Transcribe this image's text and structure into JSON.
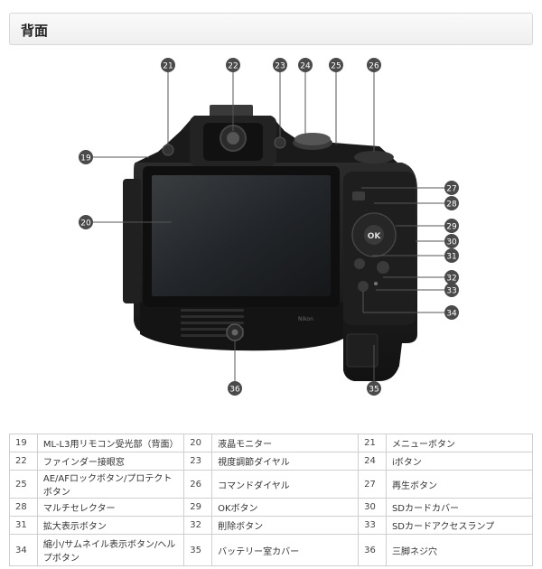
{
  "section": {
    "title": "背面"
  },
  "callouts": [
    "19",
    "20",
    "21",
    "22",
    "23",
    "24",
    "25",
    "26",
    "27",
    "28",
    "29",
    "30",
    "31",
    "32",
    "33",
    "34",
    "35",
    "36"
  ],
  "camera": {
    "logo": "Nikon",
    "ok_label": "OK"
  },
  "legend": {
    "rows": [
      [
        {
          "num": "19",
          "label": "ML-L3用リモコン受光部（背面）"
        },
        {
          "num": "20",
          "label": "液晶モニター"
        },
        {
          "num": "21",
          "label": "メニューボタン"
        }
      ],
      [
        {
          "num": "22",
          "label": "ファインダー接眼窓"
        },
        {
          "num": "23",
          "label": "視度調節ダイヤル"
        },
        {
          "num": "24",
          "label": "iボタン"
        }
      ],
      [
        {
          "num": "25",
          "label": "AE/AFロックボタン/プロテクトボタン"
        },
        {
          "num": "26",
          "label": "コマンドダイヤル"
        },
        {
          "num": "27",
          "label": "再生ボタン"
        }
      ],
      [
        {
          "num": "28",
          "label": "マルチセレクター"
        },
        {
          "num": "29",
          "label": "OKボタン"
        },
        {
          "num": "30",
          "label": "SDカードカバー"
        }
      ],
      [
        {
          "num": "31",
          "label": "拡大表示ボタン"
        },
        {
          "num": "32",
          "label": "削除ボタン"
        },
        {
          "num": "33",
          "label": "SDカードアクセスランプ"
        }
      ],
      [
        {
          "num": "34",
          "label": "縮小/サムネイル表示ボタン/ヘルプボタン"
        },
        {
          "num": "35",
          "label": "バッテリー室カバー"
        },
        {
          "num": "36",
          "label": "三脚ネジ穴"
        }
      ]
    ]
  }
}
